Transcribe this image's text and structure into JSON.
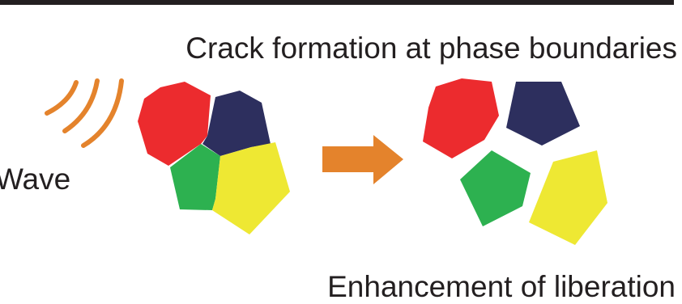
{
  "labels": {
    "top": "Crack formation at phase boundaries",
    "wave": "Wave",
    "bottom": "Enhancement of liberation"
  },
  "colors": {
    "rule": "#231f20",
    "wave": "#e4832c",
    "arrow": "#e4832c",
    "red_grain": "#ec2b2e",
    "navy_grain": "#2d2f5e",
    "green_grain": "#2db150",
    "yellow_grain": "#eee833",
    "text": "#231f20"
  }
}
